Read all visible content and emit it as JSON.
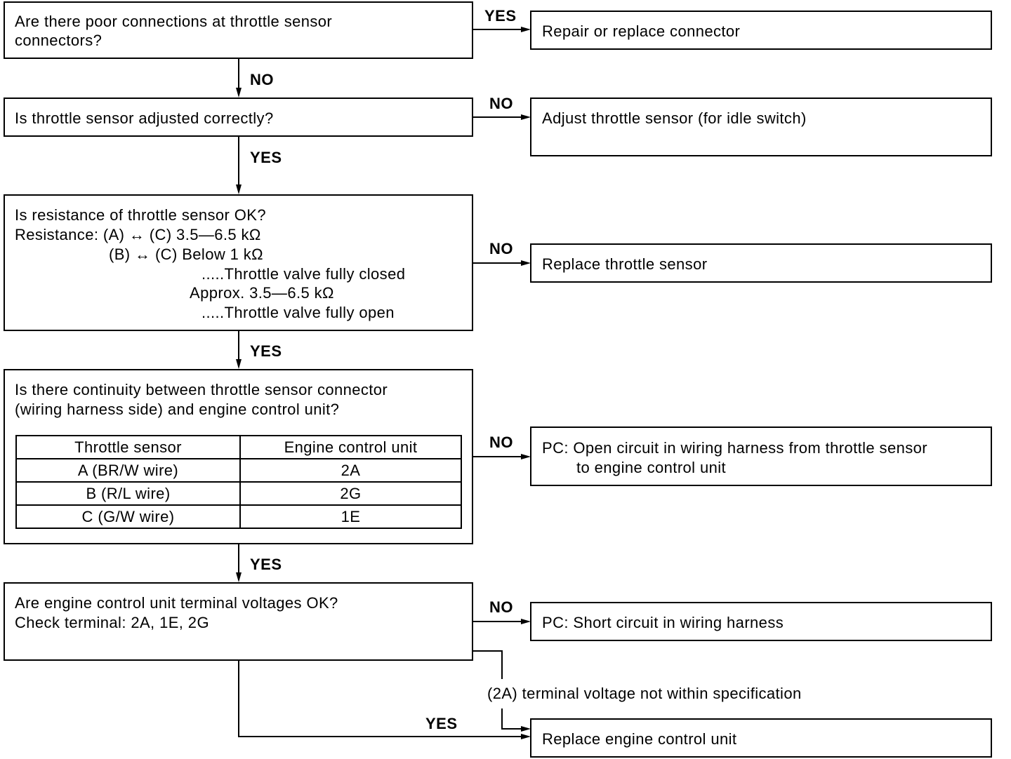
{
  "questions": {
    "q1": {
      "line1": "Are there poor connections at throttle sensor",
      "line2": "connectors?"
    },
    "q2": {
      "line1": "Is throttle sensor adjusted correctly?"
    },
    "q3": {
      "line1": "Is resistance of throttle sensor OK?",
      "line2": "Resistance: (A) ↔ (C) 3.5—6.5 kΩ",
      "line3": "(B) ↔ (C) Below 1 kΩ",
      "line4": ".....Throttle valve fully closed",
      "line5": "Approx. 3.5—6.5 kΩ",
      "line6": ".....Throttle valve fully open"
    },
    "q4": {
      "line1": "Is there continuity between throttle sensor connector",
      "line2": "(wiring harness side) and engine control unit?"
    },
    "q5": {
      "line1": "Are engine control unit terminal voltages OK?",
      "line2": "Check terminal: 2A, 1E, 2G"
    }
  },
  "continuity_table": {
    "headers": [
      "Throttle sensor",
      "Engine control unit"
    ],
    "rows": [
      [
        "A (BR/W wire)",
        "2A"
      ],
      [
        "B (R/L wire)",
        "2G"
      ],
      [
        "C (G/W wire)",
        "1E"
      ]
    ]
  },
  "actions": {
    "a1": "Repair or replace connector",
    "a2": "Adjust throttle sensor (for idle switch)",
    "a3": "Replace throttle sensor",
    "a4_line1": "PC: Open circuit in wiring harness from throttle sensor",
    "a4_line2": "to engine control unit",
    "a5": "PC: Short circuit in wiring harness",
    "a6": "Replace engine control unit"
  },
  "labels": {
    "yes": "YES",
    "no": "NO",
    "terminal_note": "(2A) terminal voltage not within specification"
  }
}
